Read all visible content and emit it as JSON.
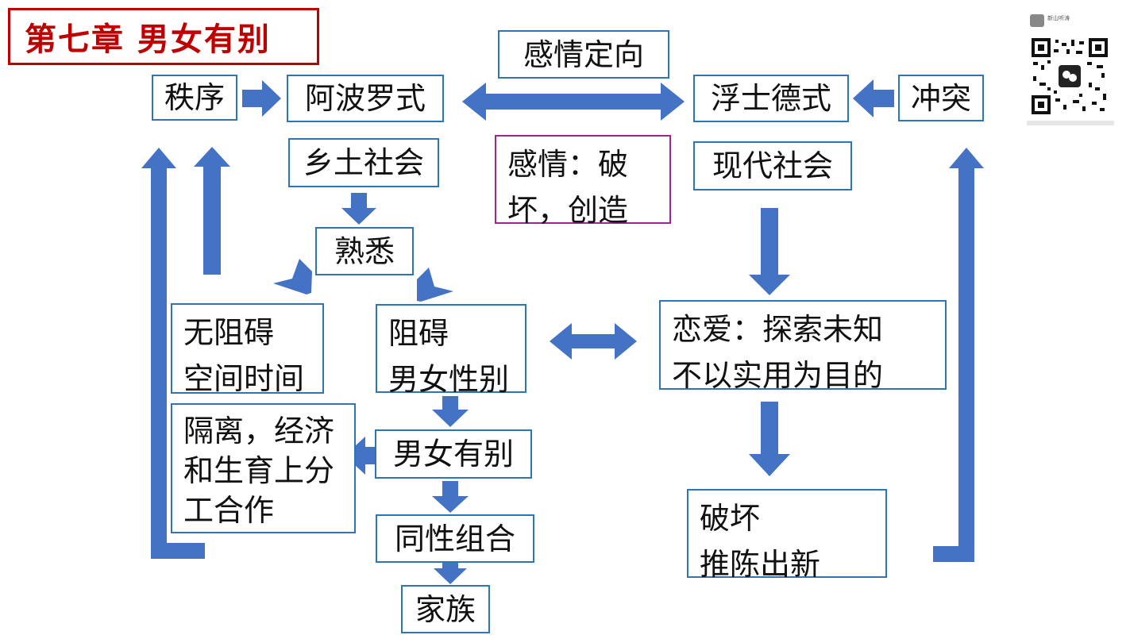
{
  "title": "第七章  男女有别",
  "nodes": {
    "order": "秩序",
    "apollonian": "阿波罗式",
    "emotion_orientation": "感情定向",
    "faustian": "浮士德式",
    "conflict": "冲突",
    "rural_society": "乡土社会",
    "emotion": [
      "感情：破",
      "坏，创造"
    ],
    "modern_society": "现代社会",
    "familiarity": "熟悉",
    "no_barrier": [
      "无阻碍",
      "空间时间"
    ],
    "barrier": [
      "阻碍",
      "男女性别"
    ],
    "love": [
      "恋爱：探索未知",
      "不以实用为目的"
    ],
    "isolation": [
      "隔离，经济",
      "和生育上分",
      "工合作"
    ],
    "gender_distinction": "男女有别",
    "same_sex_group": "同性组合",
    "family": "家族",
    "destroy": [
      "破坏",
      "推陈出新"
    ]
  },
  "colors": {
    "arrow": "#4472c4",
    "box_border": "#2e75b6",
    "title": "#c00000",
    "emotion_border": "#a0268c"
  },
  "qr_code": {
    "name": "新山听涛",
    "icon": "wechat-icon"
  }
}
